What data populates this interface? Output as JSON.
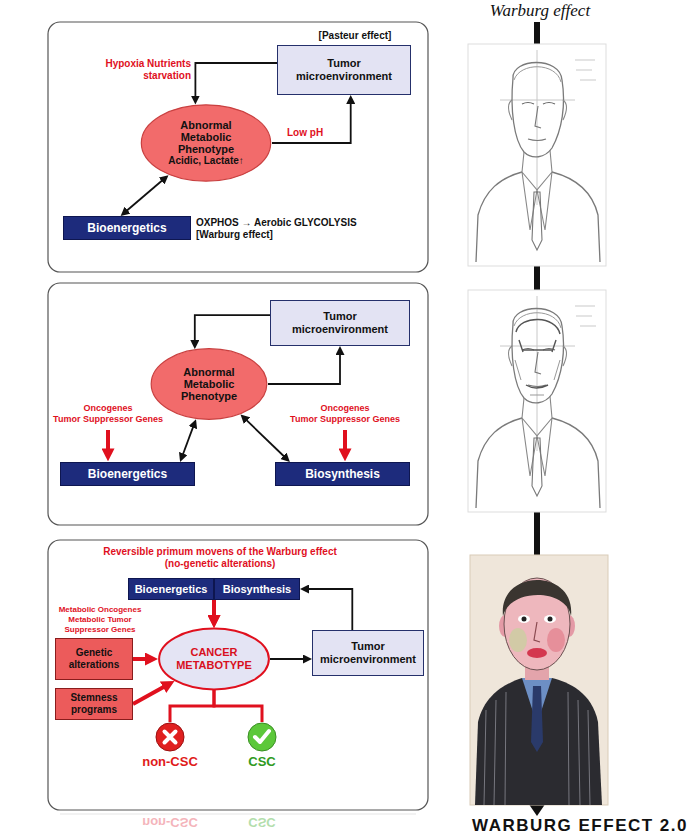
{
  "diagram": {
    "title": "Warburg effect",
    "caption": "WARBURG EFFECT 2.0",
    "nodes": [
      {
        "text": [
          "Tumor microenvironment"
        ]
      },
      {
        "text": [
          "Abnormal Metabolic Phenotype",
          "Acidic, Lactate↑"
        ]
      },
      {
        "text": [
          "Bioenergetics"
        ]
      },
      {
        "text": [
          "Tumor microenvironment"
        ]
      },
      {
        "text": [
          "Abnormal Metabolic Phenotype"
        ]
      },
      {
        "text": [
          "Bioenergetics"
        ]
      },
      {
        "text": [
          "Biosynthesis"
        ]
      },
      {
        "text": [
          "Bioenergetics"
        ]
      },
      {
        "text": [
          "Biosynthesis"
        ]
      },
      {
        "text": [
          "Tumor microenvironment"
        ]
      },
      {
        "text": [
          "Genetic alterations"
        ]
      },
      {
        "text": [
          "Stemness programs"
        ]
      },
      {
        "text": [
          "CANCER METABOTYPE"
        ]
      },
      {
        "text": [
          "non-CSC"
        ]
      },
      {
        "text": [
          "CSC"
        ]
      }
    ],
    "edges": [
      {
        "from": 0,
        "to": 1,
        "arrow": "to",
        "label": "Hypoxia Nutrients starvation"
      },
      {
        "from": 1,
        "to": 0,
        "arrow": "to",
        "label": "Low pH"
      },
      {
        "from": 1,
        "to": 2,
        "arrow": "both"
      },
      {
        "from": 3,
        "to": 4,
        "arrow": "to"
      },
      {
        "from": 4,
        "to": 3,
        "arrow": "to"
      },
      {
        "from": 4,
        "to": 5,
        "arrow": "both"
      },
      {
        "from": 4,
        "to": 6,
        "arrow": "both"
      },
      {
        "from": 7,
        "to": 12,
        "arrow": "to"
      },
      {
        "from": 8,
        "to": 12,
        "arrow": "to"
      },
      {
        "from": 12,
        "to": 9,
        "arrow": "to"
      },
      {
        "from": 9,
        "to": 8,
        "arrow": "to"
      },
      {
        "from": 10,
        "to": 12,
        "arrow": "to"
      },
      {
        "from": 11,
        "to": 12,
        "arrow": "to"
      },
      {
        "from": 12,
        "to": 13,
        "arrow": "none"
      },
      {
        "from": 12,
        "to": 14,
        "arrow": "none"
      }
    ],
    "labels": [
      "[Pasteur effect]",
      "OXPHOS → Aerobic GLYCOLYSIS",
      "[Warburg effect]",
      "Oncogenes",
      "Tumor Suppressor Genes",
      "Oncogenes",
      "Tumor Suppressor Genes",
      "Reversible primum movens of the Warburg effect (no-genetic alterations)",
      "Metabolic Oncogenes",
      "Metabolic Tumor Suppressor Genes",
      "non-CSC",
      "CSC"
    ]
  }
}
